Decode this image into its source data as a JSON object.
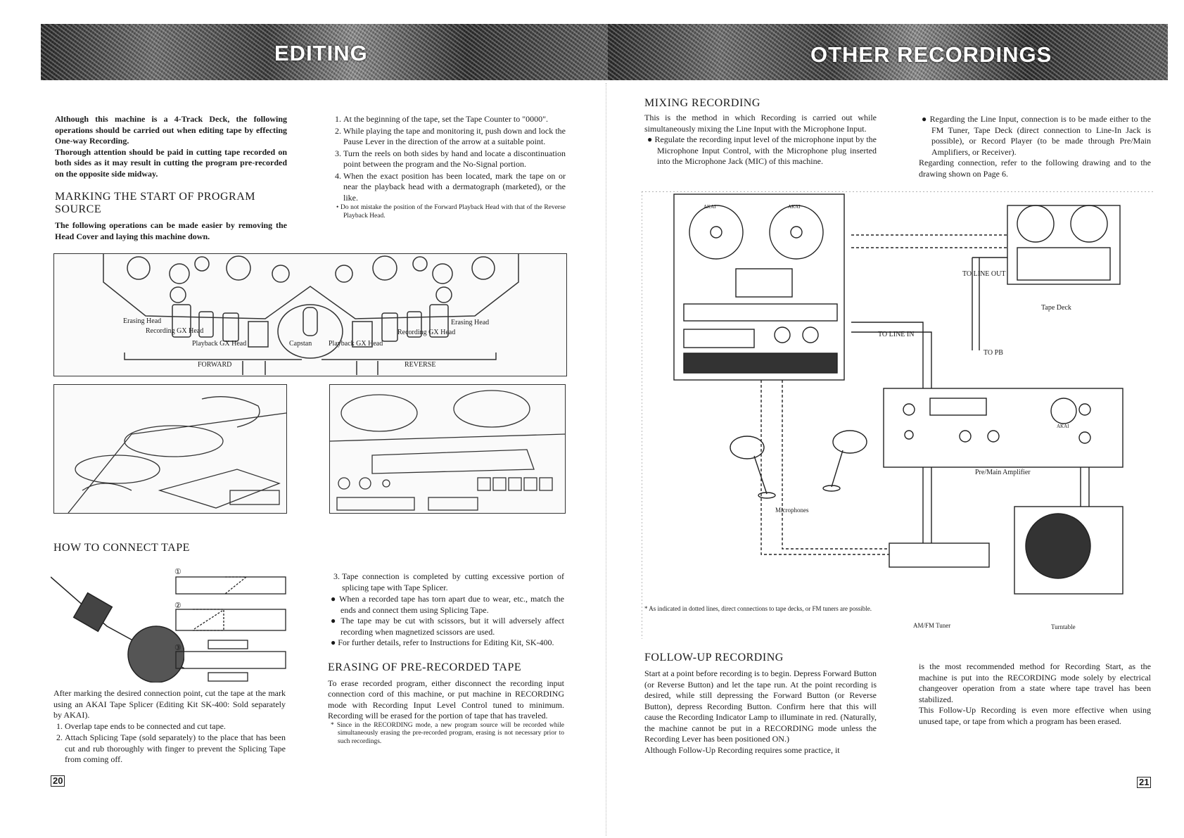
{
  "left_page": {
    "banner_title": "EDITING",
    "intro_bold": [
      "Although this machine is a 4-Track Deck, the following operations should be carried out when editing tape by effecting One-way Recording.",
      "Thorough attention should be paid in cutting tape recorded on both sides as it may result in cutting the program pre-recorded on the opposite side midway."
    ],
    "marking_heading": "MARKING THE START OF PROGRAM SOURCE",
    "marking_text": "The following operations can be made easier by removing the Head Cover and laying this machine down.",
    "marking_steps": [
      "At the beginning of the tape, set the Tape Counter to \"0000\".",
      "While playing the tape and monitoring it, push down and lock the Pause Lever in the direction of the arrow at a suitable point.",
      "Turn the reels on both sides by hand and locate a discontinuation point between the program and the No-Signal portion.",
      "When the exact position has been located, mark the tape on or near the playback head with a dermatograph (marketed), or the like."
    ],
    "marking_note": "Do not mistake the position of the Forward Playback Head with that of the Reverse Playback Head.",
    "head_figure": {
      "erasing_head_left": "Erasing Head",
      "recording_head_left": "Recording GX Head",
      "playback_head_left": "Playback GX Head",
      "capstan": "Capstan",
      "playback_head_right": "Playback GX Head",
      "recording_head_right": "Recording GX Head",
      "erasing_head_right": "Erasing Head",
      "forward": "FORWARD",
      "reverse": "REVERSE"
    },
    "connect_heading": "HOW TO CONNECT TAPE",
    "connect_step_markers": [
      "①",
      "②",
      "③"
    ],
    "connect_text": "After marking the desired connection point, cut the tape at the mark using an AKAI Tape Splicer (Editing Kit SK-400: Sold separately by AKAI).",
    "connect_steps": [
      "Overlap tape ends to be connected and cut tape.",
      "Attach Splicing Tape (sold separately) to the place that has been cut and rub thoroughly with finger to prevent the Splicing Tape from coming off."
    ],
    "connect_step3": "Tape connection is completed by cutting excessive portion of splicing tape with Tape Splicer.",
    "connect_bullets": [
      "When a recorded tape has torn apart due to wear, etc., match the ends and connect them using Splicing Tape.",
      "The tape may be cut with scissors, but it will adversely affect recording when magnetized scissors are used.",
      "For further details, refer to Instructions for Editing Kit, SK-400."
    ],
    "erasing_heading": "ERASING OF PRE-RECORDED TAPE",
    "erasing_text": "To erase recorded program, either disconnect the recording input connection cord of this machine, or put machine in RECORDING mode with Recording Input Level Control tuned to minimum. Recording will be erased for the portion of tape that has traveled.",
    "erasing_note": "Since in the RECORDING mode, a new program source will be recorded while simultaneously erasing the pre-recorded program, erasing is not necessary prior to such recordings.",
    "page_number": "20"
  },
  "right_page": {
    "banner_title": "OTHER RECORDINGS",
    "mixing_heading": "MIXING RECORDING",
    "mixing_text": "This is the method in which Recording is carried out while simultaneously mixing the Line Input with the Microphone Input.",
    "mixing_bullet": "Regulate the recording input level of the microphone input by the Microphone Input Control, with the Microphone plug inserted into the Microphone Jack (MIC) of this machine.",
    "line_input_bullet": "Regarding the Line Input, connection is to be made either to the FM Tuner, Tape Deck (direct connection to Line-In Jack is possible), or Record Player (to be made through Pre/Main Amplifiers, or Receiver).",
    "line_input_text": "Regarding connection, refer to the following drawing and to the drawing shown on Page 6.",
    "diagram": {
      "to_line_out": "TO LINE OUT",
      "tape_deck": "Tape Deck",
      "to_line_in": "TO LINE IN",
      "to_pb": "TO PB",
      "pre_main_amplifier": "Pre/Main Amplifier",
      "microphones": "Microphones",
      "note": "As indicated in dotted lines, direct connections to tape decks, or FM tuners are possible.",
      "am_fm_tuner": "AM/FM Tuner",
      "turntable": "Turntable",
      "brand": "AKAI"
    },
    "followup_heading": "FOLLOW-UP RECORDING",
    "followup_text_1": "Start at a point before recording is to begin. Depress Forward Button (or Reverse Button) and let the tape run. At the point recording is desired, while still depressing the Forward Button (or Reverse Button), depress Recording Button. Confirm here that this will cause the Recording Indicator Lamp to illuminate in red. (Naturally, the machine cannot be put in a RECORDING mode unless the Recording Lever has been positioned ON.)",
    "followup_text_2": "Although Follow-Up Recording requires some practice, it",
    "followup_text_3": "is the most recommended method for Recording Start, as the machine is put into the RECORDING mode solely by electrical changeover operation from a state where tape travel has been stabilized.",
    "followup_text_4": "This Follow-Up Recording is even more effective when using unused tape, or tape from which a program has been erased.",
    "page_number": "21"
  }
}
